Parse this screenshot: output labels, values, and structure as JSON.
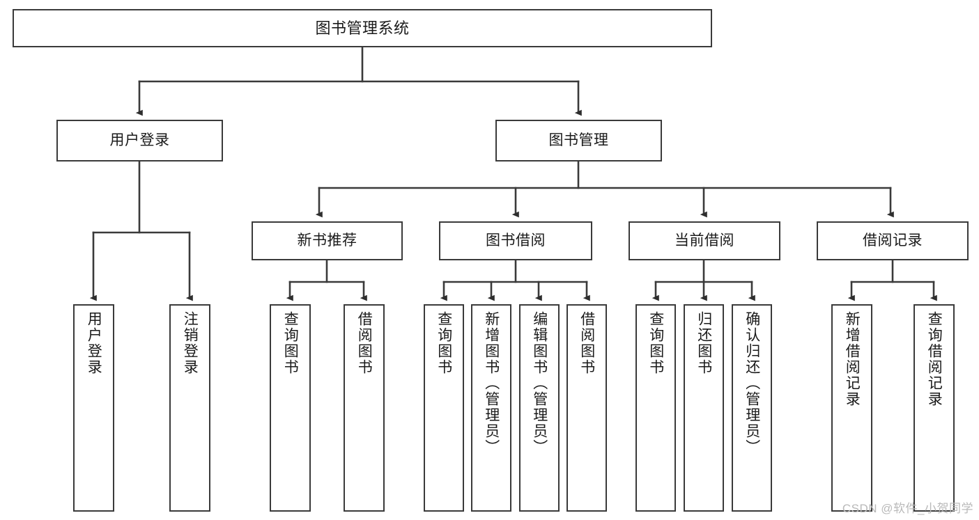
{
  "diagram": {
    "title": "图书管理系统",
    "watermark": "CSDN @软件_小贺同学",
    "style": {
      "stroke": "#3a3a3a",
      "fill": "#ffffff",
      "text": "#1a1a1a",
      "watermark_color": "#b9b9b9"
    },
    "root": {
      "label": "图书管理系统"
    },
    "level2": [
      {
        "label": "用户登录"
      },
      {
        "label": "图书管理"
      }
    ],
    "level3": [
      {
        "label": "新书推荐"
      },
      {
        "label": "图书借阅"
      },
      {
        "label": "当前借阅"
      },
      {
        "label": "借阅记录"
      }
    ],
    "leaves": {
      "user_login": [
        {
          "label": "用户登录"
        },
        {
          "label": "注销登录"
        }
      ],
      "new_book": [
        {
          "label": "查询图书"
        },
        {
          "label": "借阅图书"
        }
      ],
      "borrow_book": [
        {
          "label": "查询图书"
        },
        {
          "label": "新增图书（管理员）"
        },
        {
          "label": "编辑图书（管理员）"
        },
        {
          "label": "借阅图书"
        }
      ],
      "current_borrow": [
        {
          "label": "查询图书"
        },
        {
          "label": "归还图书"
        },
        {
          "label": "确认归还（管理员）"
        }
      ],
      "borrow_record": [
        {
          "label": "新增借阅记录"
        },
        {
          "label": "查询借阅记录"
        }
      ]
    }
  }
}
